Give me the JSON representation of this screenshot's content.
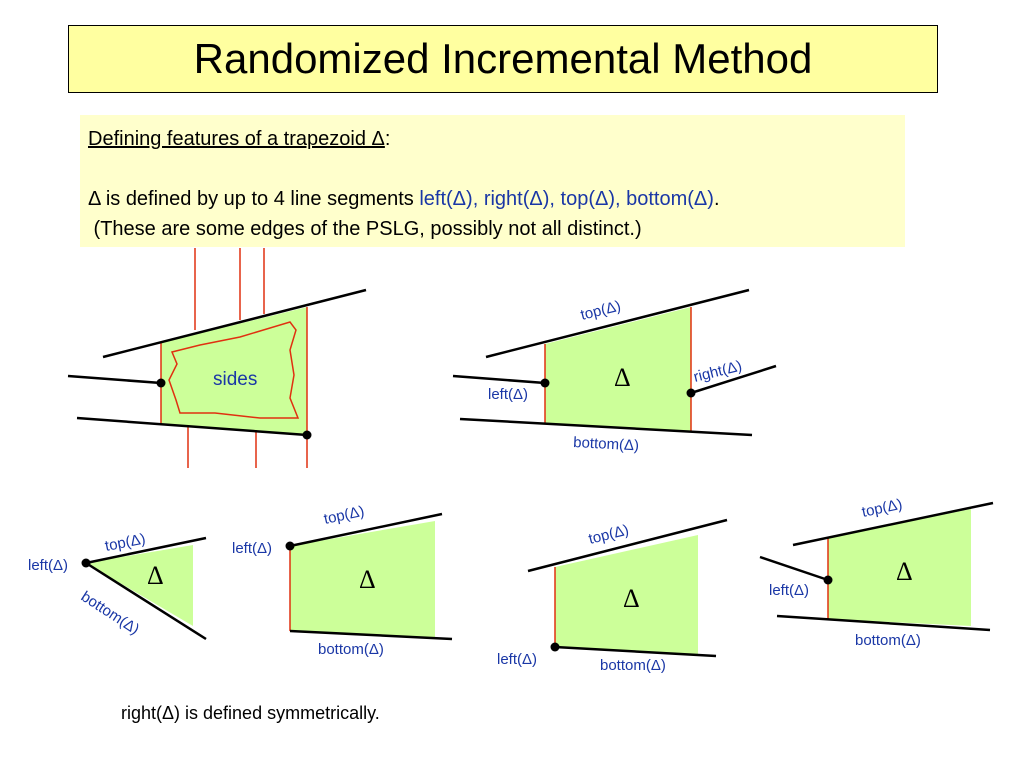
{
  "title": "Randomized Incremental Method",
  "definition": {
    "heading": "Defining features of a trapezoid Δ",
    "heading_suffix": ":",
    "line2_prefix": "Δ is defined by up to 4 line segments ",
    "line2_terms": "left(Δ), right(Δ), top(Δ), bottom(Δ)",
    "line2_end": ".",
    "line3": " (These are some edges of the PSLG, possibly not all distinct.)"
  },
  "labels": {
    "sides": "sides",
    "delta": "Δ",
    "top": "top(Δ)",
    "bottom": "bottom(Δ)",
    "left": "left(Δ)",
    "right": "right(Δ)"
  },
  "footnote": "right(Δ) is defined symmetrically.",
  "colors": {
    "title_bg": "#ffffa0",
    "box_bg": "#ffffcc",
    "fill": "#ccff99",
    "red": "#e03010",
    "label_blue": "#1a37a6"
  }
}
